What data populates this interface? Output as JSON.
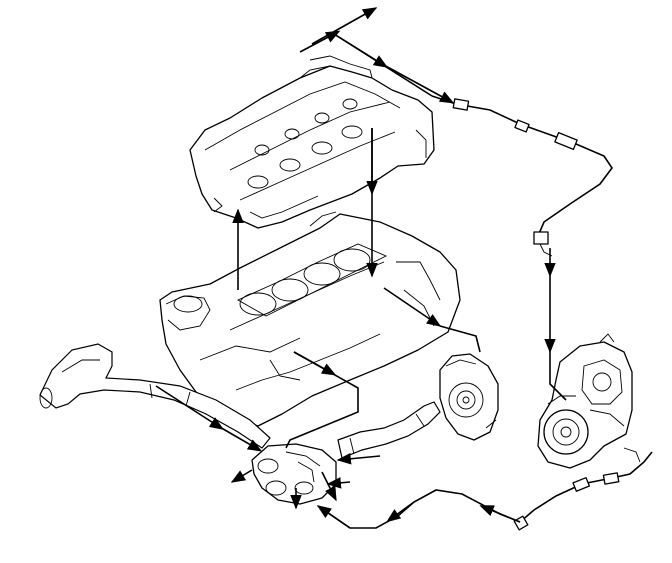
{
  "diagram": {
    "components": [
      {
        "id": "cylinder-head",
        "icon": "cylinder-head-drawing"
      },
      {
        "id": "engine-block",
        "icon": "engine-block-drawing"
      },
      {
        "id": "turbocharger",
        "icon": "turbocharger-drawing"
      },
      {
        "id": "water-pump",
        "icon": "water-pump-drawing"
      },
      {
        "id": "thermostat-housing",
        "icon": "thermostat-housing-drawing"
      },
      {
        "id": "inlet-pipe",
        "icon": "coolant-pipe-drawing"
      },
      {
        "id": "turbo-feed-pipe",
        "icon": "coolant-pipe-drawing"
      },
      {
        "id": "turbo-return-pipe",
        "icon": "coolant-pipe-drawing"
      },
      {
        "id": "water-pump-hose",
        "icon": "hose-drawing"
      }
    ],
    "text_labels": []
  }
}
